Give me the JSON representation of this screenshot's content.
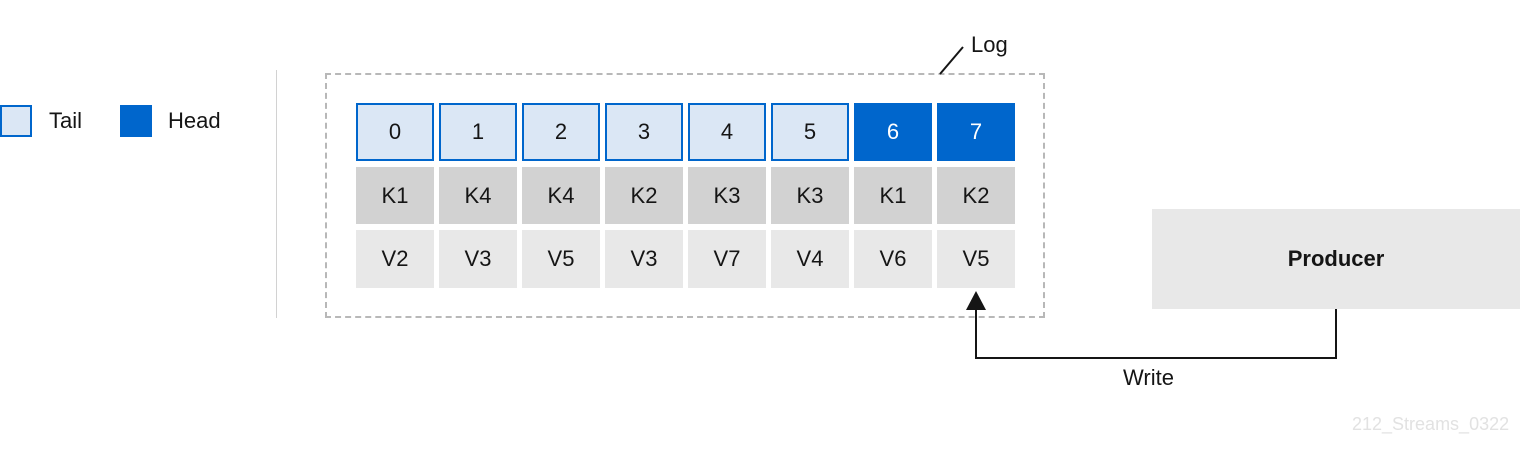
{
  "legend": {
    "tail_label": "Tail",
    "head_label": "Head"
  },
  "log": {
    "label": "Log",
    "offsets": [
      "0",
      "1",
      "2",
      "3",
      "4",
      "5",
      "6",
      "7"
    ],
    "head_offsets": [
      "6",
      "7"
    ],
    "keys": [
      "K1",
      "K4",
      "K4",
      "K2",
      "K3",
      "K3",
      "K1",
      "K2"
    ],
    "values": [
      "V2",
      "V3",
      "V5",
      "V3",
      "V7",
      "V4",
      "V6",
      "V5"
    ]
  },
  "producer": {
    "label": "Producer"
  },
  "write_label": "Write",
  "figure_id": "212_Streams_0322",
  "colors": {
    "tail_fill": "#dbe7f5",
    "tail_border": "#0066cc",
    "head_fill": "#0066cc",
    "head_text": "#ffffff",
    "key_fill": "#d2d2d2",
    "value_fill": "#e8e8e8",
    "producer_fill": "#e8e8e8",
    "line": "#151515"
  }
}
